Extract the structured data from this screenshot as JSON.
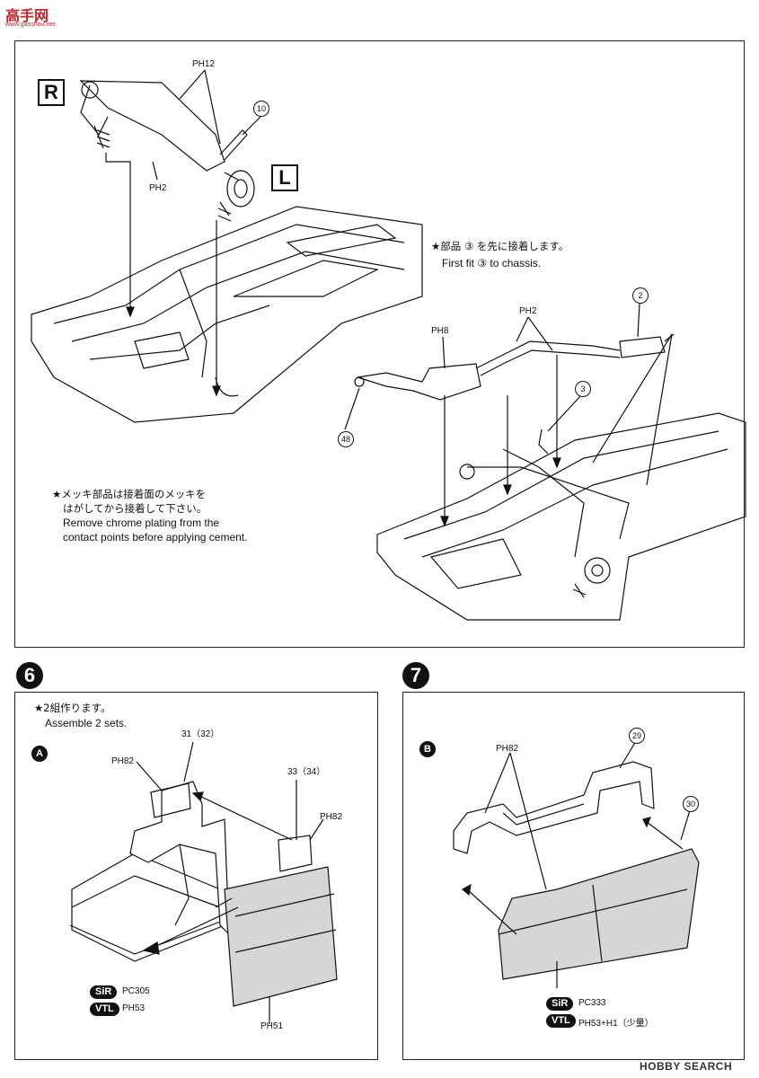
{
  "site_logo": {
    "text": "高手网",
    "sub": "www.gaoshou.net"
  },
  "top_panel": {
    "label_r": "R",
    "label_l": "L",
    "refs": {
      "ph12": "PH12",
      "ph2_left": "PH2",
      "ph8": "PH8",
      "ph2_right": "PH2"
    },
    "callouts": {
      "c10": "10",
      "c2": "2",
      "c3": "3",
      "c48": "48"
    },
    "note_chassis_jp": "★部品 ③ を先に接着します。",
    "note_chassis_en": "First fit ③ to chassis.",
    "note_chrome_jp_1": "★メッキ部品は接着面のメッキを",
    "note_chrome_jp_2": "はがしてから接着して下さい。",
    "note_chrome_en_1": "Remove chrome plating from the",
    "note_chrome_en_2": "contact points before applying cement."
  },
  "step6": {
    "number": "6",
    "sub": "A",
    "note_jp": "★2組作ります。",
    "note_en": "Assemble 2 sets.",
    "refs": {
      "ph82_a": "PH82",
      "ph82_b": "PH82",
      "ph51": "PH51"
    },
    "callouts": {
      "c31": "31（32）",
      "c33": "33（34）"
    },
    "sir_label": "SiR",
    "sir_ref": "PC305",
    "vtl_label": "VTL",
    "vtl_ref": "PH53"
  },
  "step7": {
    "number": "7",
    "sub": "B",
    "refs": {
      "ph82": "PH82"
    },
    "callouts": {
      "c29": "29",
      "c30": "30"
    },
    "sir_label": "SiR",
    "sir_ref": "PC333",
    "vtl_label": "VTL",
    "vtl_ref": "PH53+H1（少量）"
  },
  "watermark": "HOBBY SEARCH",
  "colors": {
    "ink": "#111111",
    "seat_fill": "#d6d6d6",
    "logo": "#c0262d"
  }
}
